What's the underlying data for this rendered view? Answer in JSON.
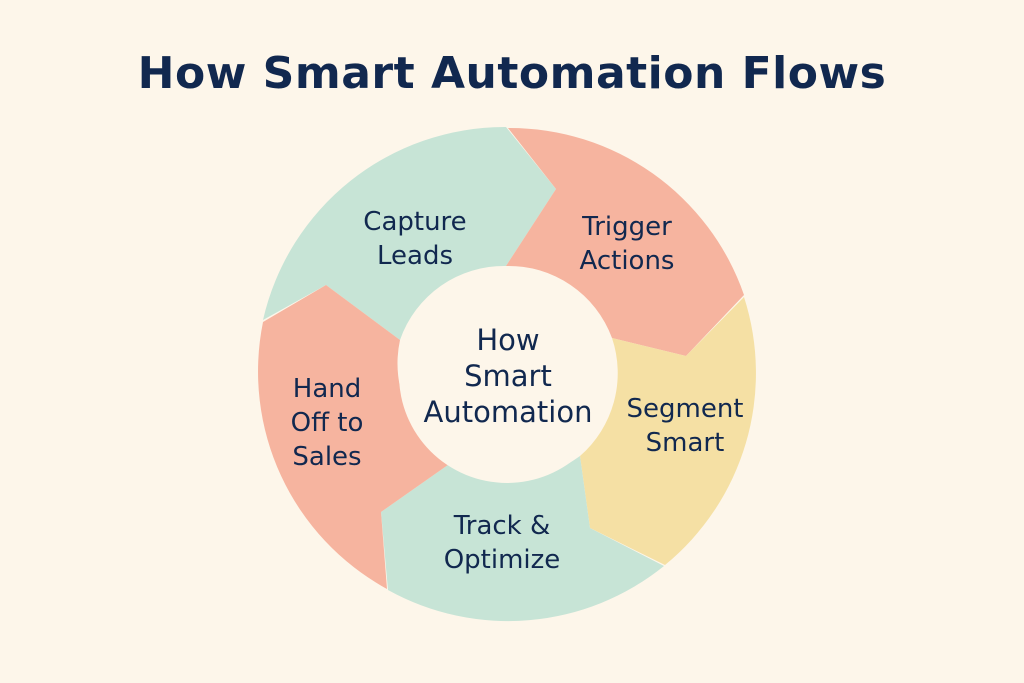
{
  "title": "How Smart Automation Flows",
  "center": {
    "lines": [
      "How",
      "Smart",
      "Automation"
    ]
  },
  "steps": [
    {
      "id": "capture-leads",
      "lines": [
        "Capture",
        "Leads"
      ],
      "color": "#c7e4d6"
    },
    {
      "id": "trigger-actions",
      "lines": [
        "Trigger",
        "Actions"
      ],
      "color": "#f6b49f"
    },
    {
      "id": "segment-smart",
      "lines": [
        "Segment",
        "Smart"
      ],
      "color": "#f5e0a4"
    },
    {
      "id": "track-optimize",
      "lines": [
        "Track &",
        "Optimize"
      ],
      "color": "#c7e4d6"
    },
    {
      "id": "hand-off-to-sales",
      "lines": [
        "Hand",
        "Off to",
        "Sales"
      ],
      "color": "#f6b49f"
    }
  ],
  "colors": {
    "background": "#fdf6ea",
    "text": "#11284f",
    "hub": "#fdf6ea"
  }
}
